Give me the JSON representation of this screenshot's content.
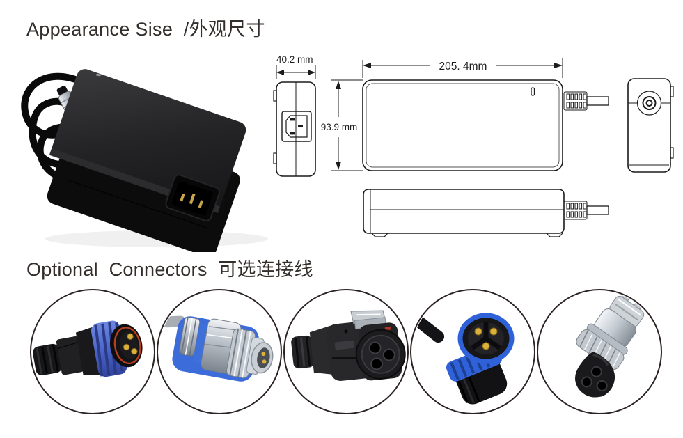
{
  "sections": {
    "appearance": {
      "title": "Appearance Sise  /外观尺寸"
    },
    "optional_connectors": {
      "title": "Optional  Connectors  可选连接线"
    }
  },
  "drawing": {
    "width_label": "40.2 mm",
    "height_label": "93.9 mm",
    "length_label": "205. 4mm",
    "views": [
      "left-end-view-ac-inlet",
      "top-view",
      "right-end-view-dc-jack",
      "side-view"
    ]
  },
  "photo": {
    "icon": "black-desktop-power-adapter-with-coiled-cable-and-metal-circular-connector"
  },
  "connectors": {
    "items": [
      {
        "icon": "waterproof-circular-plug-blue-locking-ring-3-gold-pins-icon"
      },
      {
        "icon": "metal-circular-connector-blue-shell-knurled-icon"
      },
      {
        "icon": "black-circular-connector-metal-latch-3-socket-icon"
      },
      {
        "icon": "right-angle-plug-blue-collar-3-gold-pins-icon"
      },
      {
        "icon": "silver-aviation-connector-3-hole-female-icon"
      }
    ]
  },
  "colors": {
    "heading": "#332e2b",
    "line": "#1b1b1b",
    "circle_outline": "#2b2222",
    "accent_blue": "#3f6bd6",
    "pin_gold": "#d2a62c",
    "metal_silver": "#c6cbd1",
    "body_black": "#1a1a1c"
  }
}
